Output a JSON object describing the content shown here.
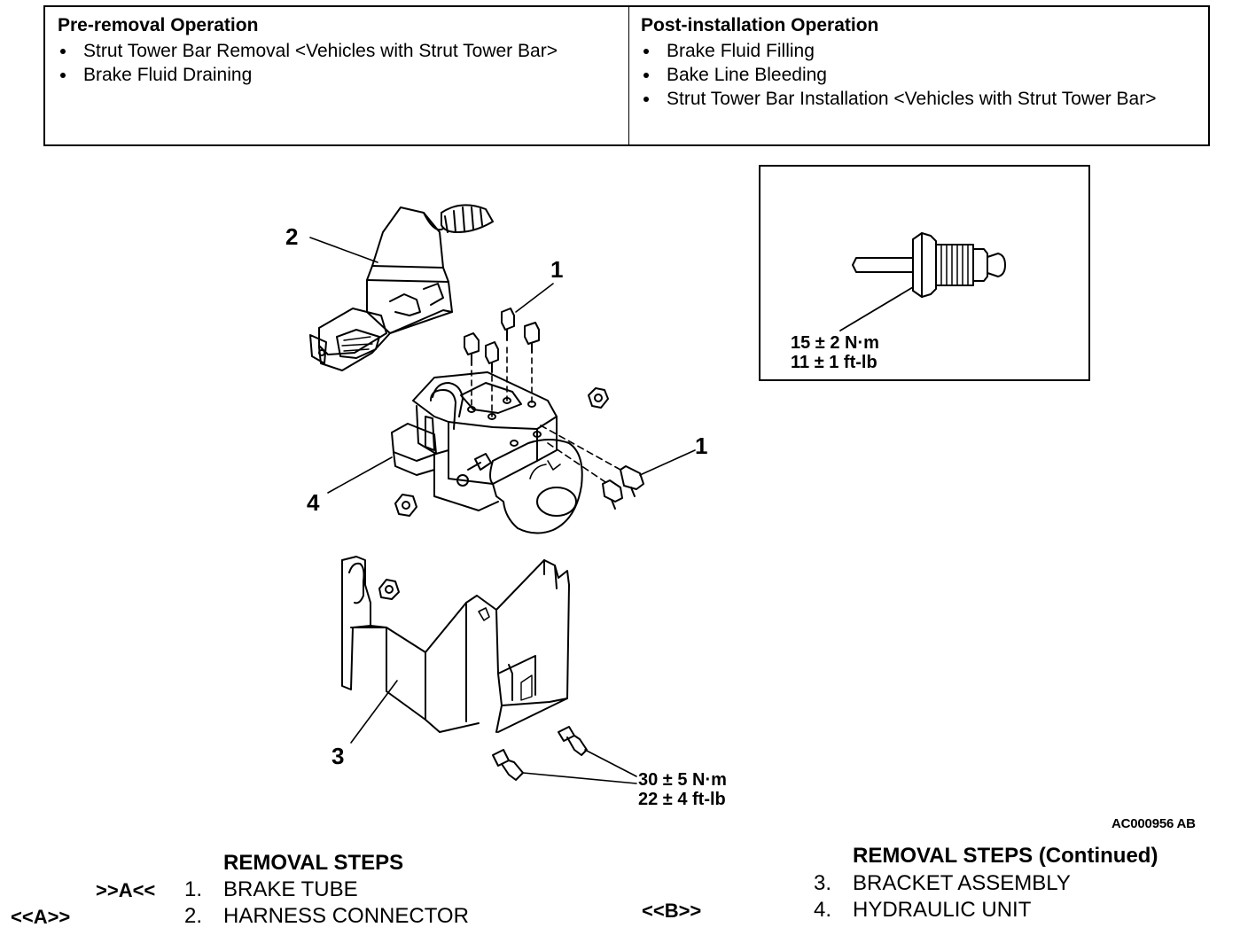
{
  "operations": {
    "pre_removal": {
      "heading": "Pre-removal Operation",
      "items": [
        "Strut Tower Bar Removal <Vehicles with Strut Tower Bar>",
        "Brake Fluid Draining"
      ]
    },
    "post_installation": {
      "heading": "Post-installation Operation",
      "items": [
        "Brake Fluid Filling",
        "Bake Line Bleeding",
        "Strut Tower Bar Installation <Vehicles with Strut Tower Bar>"
      ]
    }
  },
  "diagram": {
    "callouts": [
      "2",
      "1",
      "1",
      "4",
      "3"
    ],
    "inset_torque": {
      "line1": "15 ± 2 N·m",
      "line2": "11 ± 1 ft-lb"
    },
    "bracket_torque": {
      "line1": "30 ± 5 N·m",
      "line2": "22 ± 4 ft-lb"
    },
    "figure_code": "AC000956 AB"
  },
  "removal_steps": {
    "heading": "REMOVAL STEPS",
    "steps": [
      {
        "ref": ">>A<<",
        "number": "1.",
        "text": "BRAKE TUBE",
        "outer_ref": ""
      },
      {
        "ref": "",
        "number": "2.",
        "text": "HARNESS CONNECTOR",
        "outer_ref": "<<A>>"
      }
    ]
  },
  "removal_steps_continued": {
    "heading": "REMOVAL STEPS (Continued)",
    "steps": [
      {
        "ref": "",
        "number": "3.",
        "text": "BRACKET ASSEMBLY"
      },
      {
        "ref": "<<B>>",
        "number": "4.",
        "text": "HYDRAULIC UNIT"
      }
    ]
  }
}
